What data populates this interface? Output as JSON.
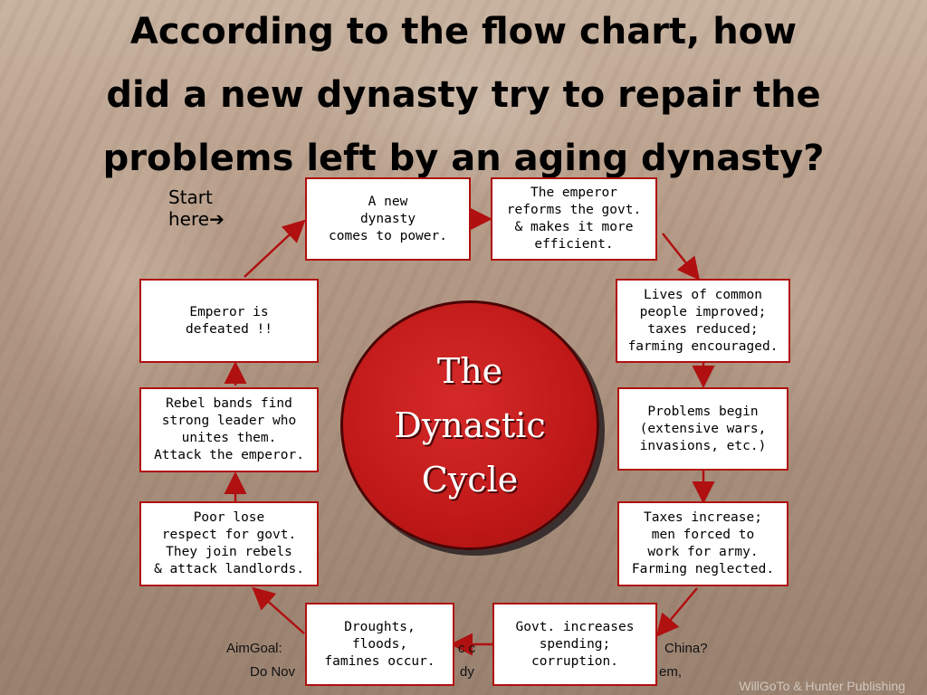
{
  "title": {
    "line1": "According to the flow chart, how",
    "line2": "did a new dynasty try to repair the",
    "line3": "problems left by an aging dynasty?"
  },
  "start_label": {
    "line1": "Start",
    "line2": "here➔"
  },
  "center": {
    "line1": "The",
    "line2": "Dynastic",
    "line3": "Cycle"
  },
  "steps": [
    "A new\ndynasty\ncomes to power.",
    "The emperor\nreforms the govt.\n& makes it more\nefficient.",
    "Lives of common\npeople improved;\ntaxes reduced;\nfarming encouraged.",
    "Problems begin\n(extensive wars,\ninvasions, etc.)",
    "Taxes increase;\nmen forced to\nwork for army.\nFarming neglected.",
    "Govt. increases\nspending;\ncorruption.",
    "Droughts,\nfloods,\nfamines occur.",
    "Poor lose\nrespect for govt.\nThey join rebels\n& attack landlords.",
    "Rebel bands find\nstrong leader who\nunites them.\nAttack the emperor.",
    "Emperor is\ndefeated !!"
  ],
  "footer": {
    "aim_fragment": "AimGoal:",
    "aim_mid": "c c",
    "aim_end": "China?",
    "donow_fragment": "Do Nov",
    "donow_mid": "dy",
    "donow_end": "em,"
  },
  "credit": "WillGoTo & Hunter Publishing",
  "colors": {
    "box_border": "#b01010",
    "arrow": "#b01010",
    "circle_fill": "#c01818"
  }
}
